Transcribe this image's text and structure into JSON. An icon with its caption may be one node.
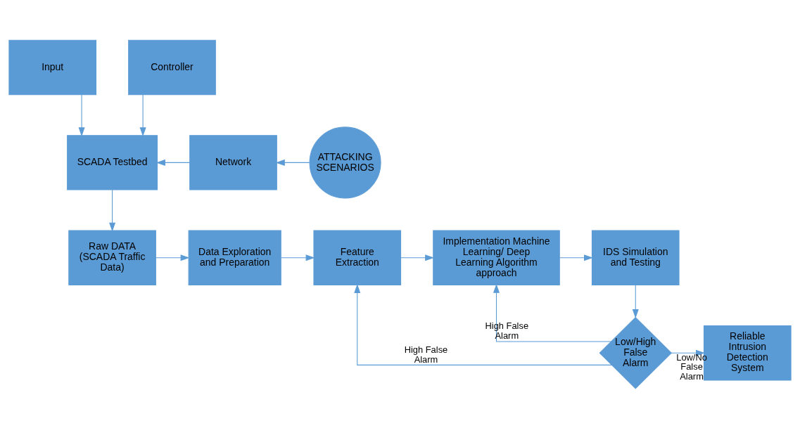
{
  "diagram": {
    "nodes": [
      {
        "text": [
          "Input"
        ]
      },
      {
        "text": [
          "Controller"
        ]
      },
      {
        "text": [
          "SCADA Testbed"
        ]
      },
      {
        "text": [
          "Network"
        ]
      },
      {
        "text": [
          "ATTACKING SCENARIOS"
        ]
      },
      {
        "text": [
          "Raw DATA (SCADA Traffic Data)"
        ]
      },
      {
        "text": [
          "Data Exploration and Preparation"
        ]
      },
      {
        "text": [
          "Feature Extraction"
        ]
      },
      {
        "text": [
          "Implementation Machine Learning/ Deep Learning Algorithm approach"
        ]
      },
      {
        "text": [
          "IDS Simulation and Testing"
        ]
      },
      {
        "text": [
          "Low/High False Alarm"
        ]
      },
      {
        "text": [
          "Reliable Intrusion Detection System"
        ]
      }
    ],
    "edges": [
      {
        "from": 0,
        "to": 2,
        "arrow": "to"
      },
      {
        "from": 1,
        "to": 2,
        "arrow": "to"
      },
      {
        "from": 4,
        "to": 3,
        "arrow": "to"
      },
      {
        "from": 3,
        "to": 2,
        "arrow": "to"
      },
      {
        "from": 2,
        "to": 5,
        "arrow": "to"
      },
      {
        "from": 5,
        "to": 6,
        "arrow": "to"
      },
      {
        "from": 6,
        "to": 7,
        "arrow": "to"
      },
      {
        "from": 7,
        "to": 8,
        "arrow": "to"
      },
      {
        "from": 8,
        "to": 9,
        "arrow": "to"
      },
      {
        "from": 9,
        "to": 10,
        "arrow": "to"
      },
      {
        "from": 10,
        "to": 11,
        "label": "Low/No False Alarm",
        "arrow": "to"
      },
      {
        "from": 10,
        "to": 8,
        "label": "High False Alarm",
        "arrow": "to"
      },
      {
        "from": 10,
        "to": 7,
        "label": "High False Alarm",
        "arrow": "to"
      }
    ]
  }
}
